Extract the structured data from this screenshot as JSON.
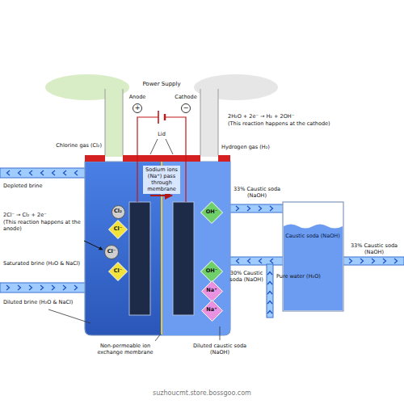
{
  "diagram": {
    "nodes": [
      {
        "text": [
          "Cl₂"
        ]
      },
      {
        "text": [
          "Cl⁻"
        ]
      },
      {
        "text": [
          "Cl⁻"
        ]
      },
      {
        "text": [
          "Cl⁻"
        ]
      },
      {
        "text": [
          "OH⁻"
        ]
      },
      {
        "text": [
          "OH⁻"
        ]
      },
      {
        "text": [
          "Na⁺"
        ]
      },
      {
        "text": [
          "Na⁺"
        ]
      }
    ],
    "labels": [
      "Power Supply",
      "Anode",
      "Cathode",
      "+",
      "−",
      "Lid",
      "Chlorine gas (Cl₂)",
      "Hydrogen gas (H₂)",
      "2H₂O + 2e⁻ → H₂ + 2OH⁻",
      "(This reaction happens at the cathode)",
      "Sodium ions (Na⁺) pass through membrane",
      "Depleted brine",
      "2Cl⁻ → Cl₂ + 2e⁻",
      "(This reaction happens at the anode)",
      "Saturated brine (H₂O & NaCl)",
      "Diluted brine (H₂O & NaCl)",
      "Non-permeable ion exchange membrane",
      "Diluted caustic soda (NaOH)",
      "33% Caustic soda (NaOH)",
      "Caustic soda (NaOH)",
      "33% Caustic soda (NaOH)",
      "30% Caustic soda (NaOH)",
      "Pure water (H₂O)",
      "suzhoucmt.store.bossgoo.com"
    ]
  }
}
